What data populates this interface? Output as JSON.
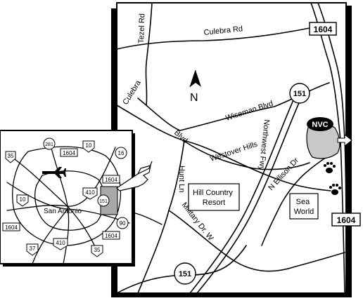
{
  "main_map": {
    "roads": {
      "tezel": "Tezel Rd",
      "culebra_rd": "Culebra Rd",
      "culebra": "Culebra",
      "wiseman": "Wiseman Blvd",
      "blvd": "Blvd",
      "westover_hills": "Westover Hills",
      "northwest_fwy": "Northwest Fwy",
      "hunt_ln": "Hunt Ln",
      "n_ellison": "N Ellison Dr",
      "military": "Military Dr. W"
    },
    "shields": {
      "loop1604_top": "1604",
      "loop1604_right": "1604",
      "hwy151_top": "151",
      "hwy151_bottom": "151"
    },
    "places": {
      "resort": "Hill Country\nResort",
      "sea_world": "Sea\nWorld",
      "destination_badge": "NVC"
    },
    "north_arrow": "N",
    "colors": {
      "destination_fill": "#c8c8c8",
      "badge": "#000000",
      "background": "#ffffff"
    }
  },
  "inset_map": {
    "city": "San Antonio",
    "shields": [
      "35",
      "281",
      "1604",
      "10",
      "16",
      "1604",
      "410",
      "151",
      "10",
      "90",
      "1604",
      "1604",
      "37",
      "410",
      "35"
    ],
    "highlight_color": "#a8a8a8"
  }
}
